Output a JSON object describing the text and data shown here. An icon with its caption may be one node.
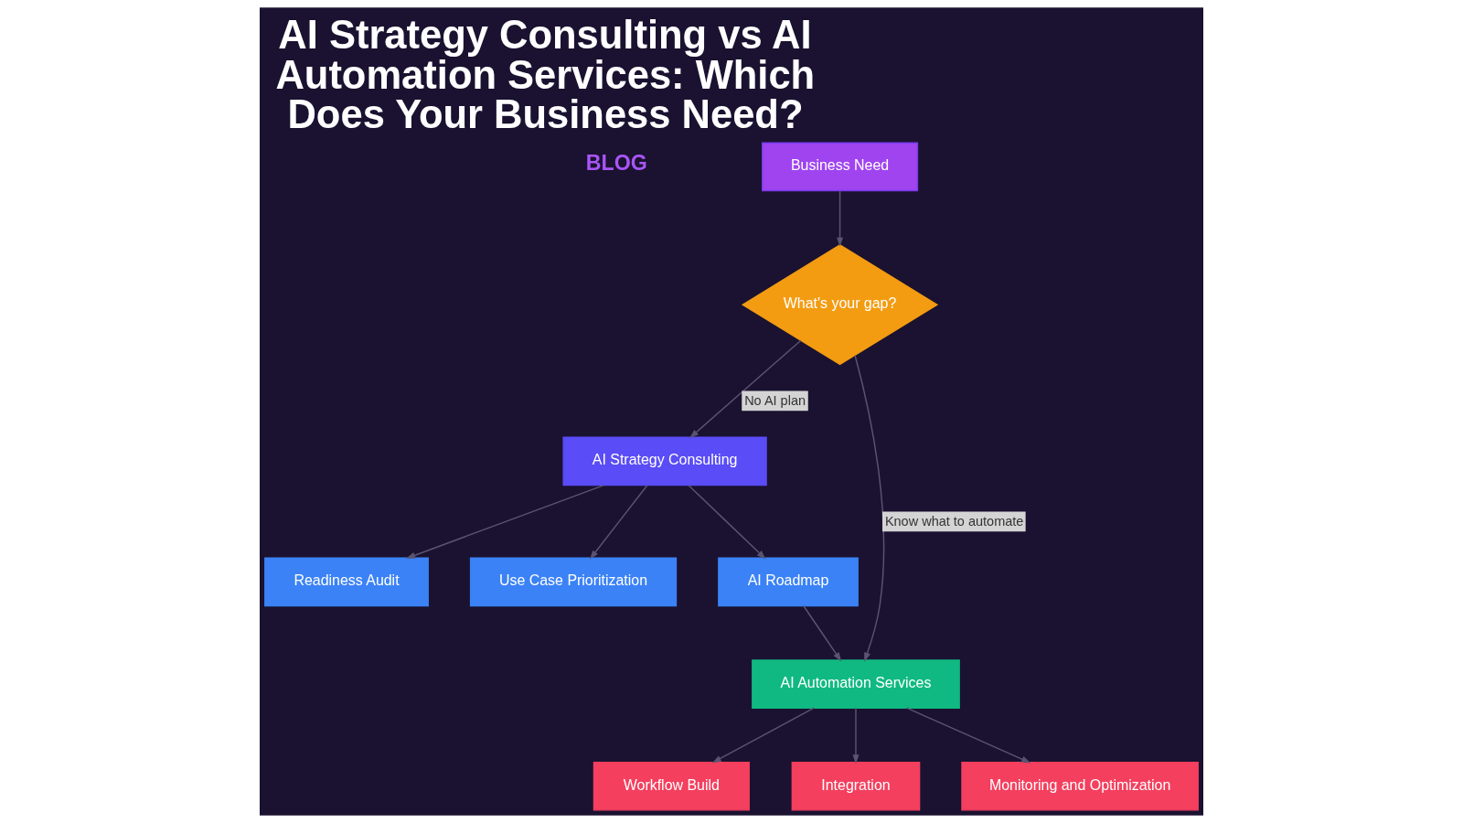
{
  "diagram": {
    "title": "AI Strategy Consulting vs AI Automation Services: Which Does Your Business Need?",
    "nodes": [
      {
        "text": [
          "Business Need"
        ]
      },
      {
        "text": [
          "What's your gap?"
        ]
      },
      {
        "text": [
          "AI Strategy Consulting"
        ]
      },
      {
        "text": [
          "Readiness Audit"
        ]
      },
      {
        "text": [
          "Use Case Prioritization"
        ]
      },
      {
        "text": [
          "AI Roadmap"
        ]
      },
      {
        "text": [
          "AI Automation Services"
        ]
      },
      {
        "text": [
          "Workflow Build"
        ]
      },
      {
        "text": [
          "Integration"
        ]
      },
      {
        "text": [
          "Monitoring and Optimization"
        ]
      }
    ],
    "edges": [
      {
        "from": 0,
        "to": 1,
        "arrow": "to"
      },
      {
        "from": 1,
        "to": 2,
        "arrow": "to",
        "label": "No AI plan"
      },
      {
        "from": 1,
        "to": 6,
        "arrow": "to",
        "label": "Know what to automate"
      },
      {
        "from": 2,
        "to": 3,
        "arrow": "to"
      },
      {
        "from": 2,
        "to": 4,
        "arrow": "to"
      },
      {
        "from": 2,
        "to": 5,
        "arrow": "to"
      },
      {
        "from": 5,
        "to": 6,
        "arrow": "to"
      },
      {
        "from": 6,
        "to": 7,
        "arrow": "to"
      },
      {
        "from": 6,
        "to": 8,
        "arrow": "to"
      },
      {
        "from": 6,
        "to": 9,
        "arrow": "to"
      }
    ],
    "labels": [
      "BLOG"
    ]
  }
}
